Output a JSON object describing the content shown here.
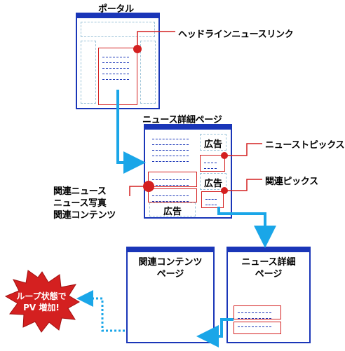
{
  "labels": {
    "portal": "ポータル",
    "headline_news_link": "ヘッドラインニュースリンク",
    "news_detail_page": "ニュース詳細ページ",
    "news_topics": "ニューストピックス",
    "related_picks": "関連ピックス",
    "related_news": "関連ニュース",
    "news_photo": "ニュース写真",
    "related_contents": "関連コンテンツ",
    "ad": "広告",
    "related_contents_page_line1": "関連コンテンツ",
    "related_contents_page_line2": "ページ",
    "news_detail_page_line1": "ニュース詳細",
    "news_detail_page_line2": "ページ",
    "loop_line1": "ループ状態で",
    "loop_line2": "PV 増加!"
  },
  "colors": {
    "page_border": "#1a36b8",
    "callout_red": "#d42020",
    "arrow_cyan": "#1aa6e8",
    "dashed_section": "#9cc3d8",
    "burst_fill": "#d42020"
  }
}
